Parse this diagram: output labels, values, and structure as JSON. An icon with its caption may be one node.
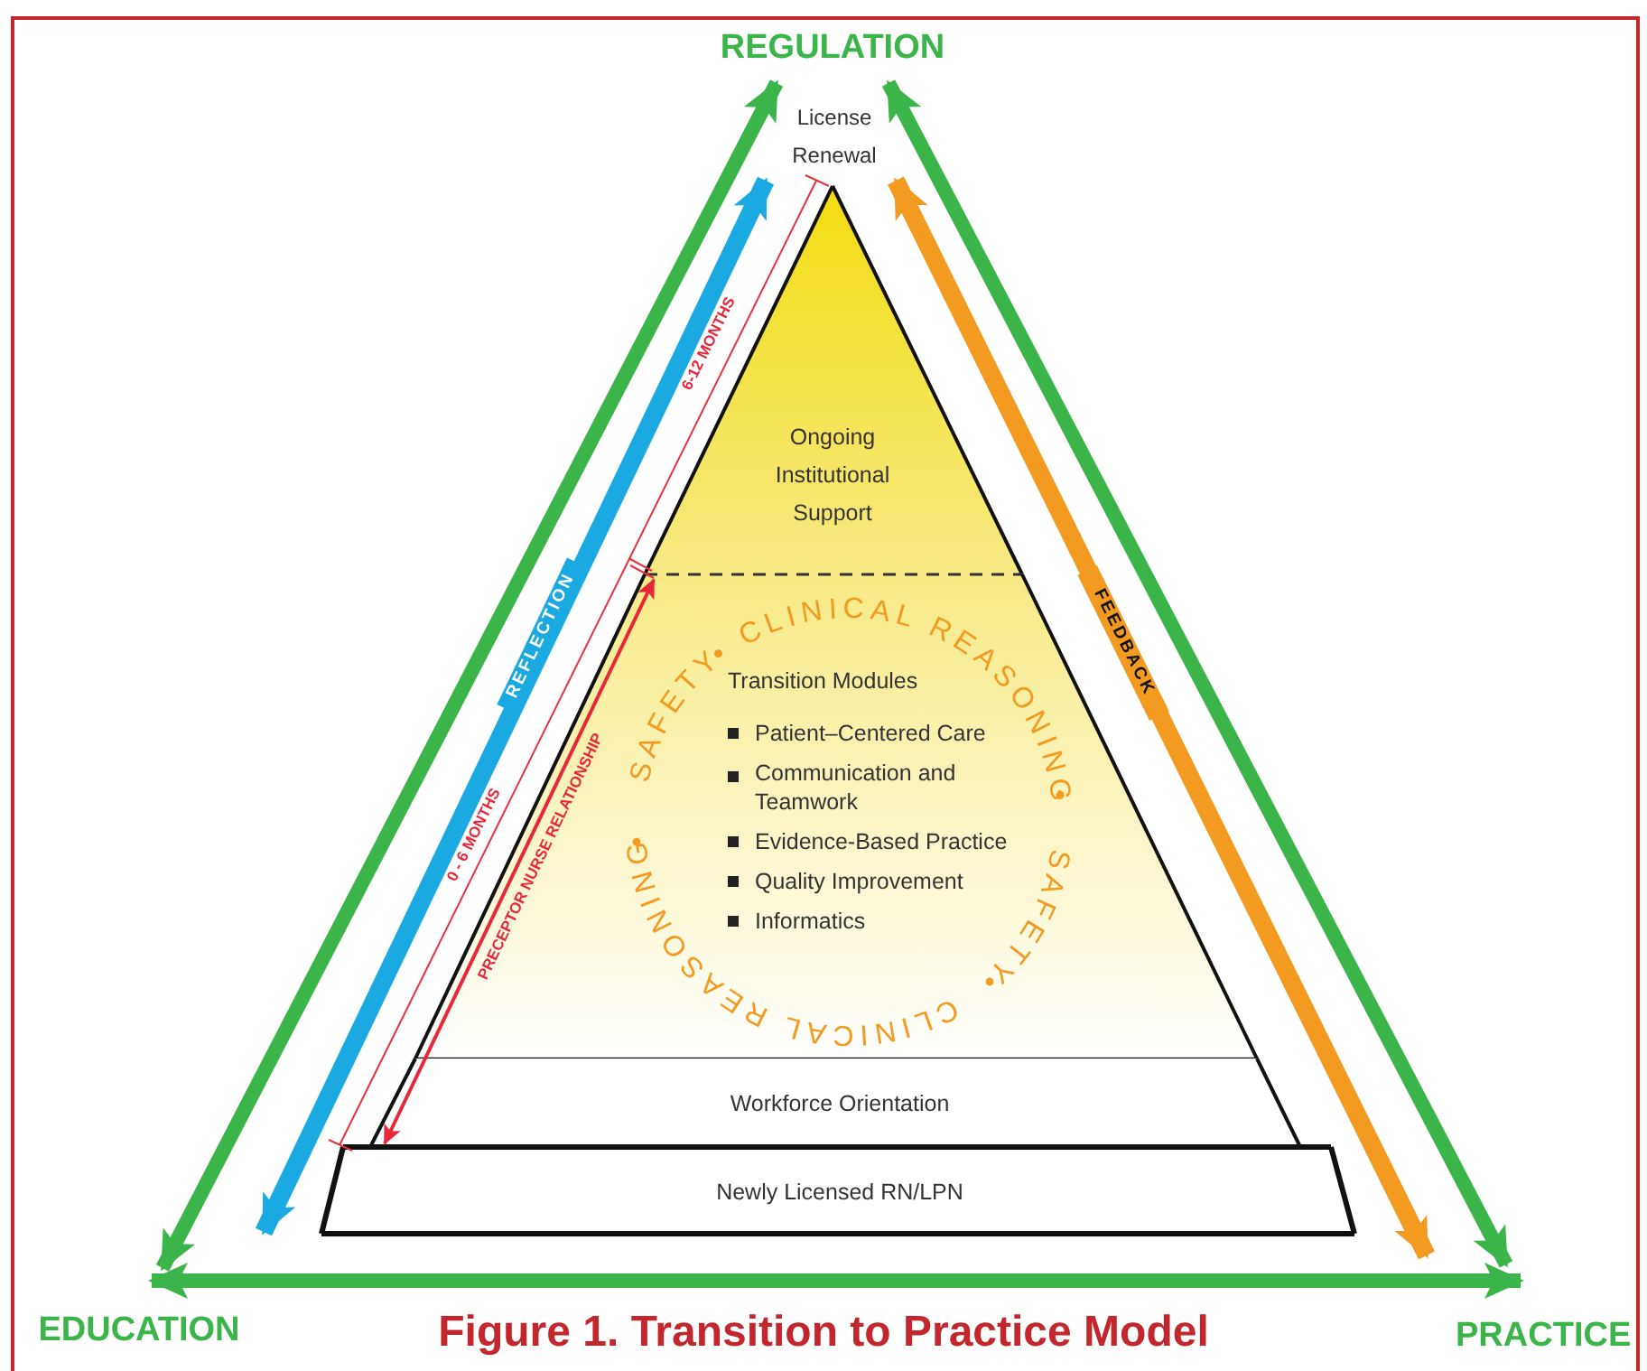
{
  "diagram": {
    "caption": "Figure 1. Transition to Practice Model",
    "nodes": [
      {
        "text": [
          "REGULATION"
        ]
      },
      {
        "text": [
          "EDUCATION"
        ]
      },
      {
        "text": [
          "PRACTICE"
        ]
      },
      {
        "text": [
          "Ongoing Institutional Support"
        ]
      },
      {
        "text": [
          "Transition Modules",
          "Patient–Centered Care",
          "Communication and Teamwork",
          "Evidence-Based Practice",
          "Quality Improvement",
          "Informatics"
        ]
      },
      {
        "text": [
          "Workforce Orientation"
        ]
      },
      {
        "text": [
          "Newly Licensed RN/LPN"
        ]
      },
      {
        "text": [
          "License Renewal"
        ]
      }
    ],
    "edges": [
      {
        "from": 1,
        "to": 0,
        "arrow": "both"
      },
      {
        "from": 0,
        "to": 2,
        "arrow": "both"
      },
      {
        "from": 1,
        "to": 2,
        "arrow": "both"
      },
      {
        "from": 1,
        "to": 7,
        "arrow": "both",
        "label": "REFLECTION",
        "color": "#1ba9e1"
      },
      {
        "from": 7,
        "to": 2,
        "arrow": "both",
        "label": "FEEDBACK",
        "color": "#f39a20"
      },
      {
        "from": 4,
        "to": 5,
        "arrow": "both",
        "label": "PRECEPTOR NURSE RELATIONSHIP",
        "color": "#e8283a"
      }
    ],
    "labels": [
      "6-12 MONTHS",
      "CLINICAL REASONING",
      "SAFETY",
      "0 - 6 MONTHS",
      "SAFETY",
      "CLINICAL REASONING"
    ]
  }
}
